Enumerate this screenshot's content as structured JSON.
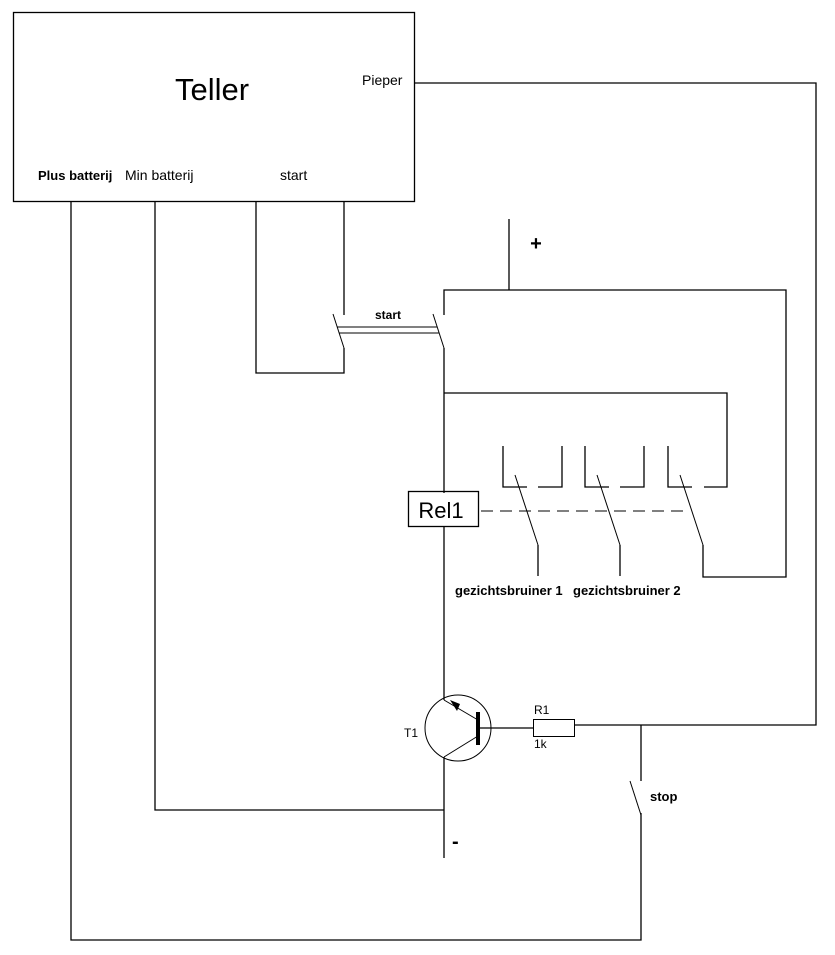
{
  "diagram": {
    "type": "circuit-schematic",
    "counter": {
      "title": "Teller",
      "pins": {
        "beeper": "Pieper",
        "plus_battery": "Plus batterij",
        "minus_battery": "Min batterij",
        "start": "start"
      }
    },
    "supply": {
      "plus": "+",
      "minus": "-"
    },
    "start_switch": {
      "label": "start"
    },
    "relay": {
      "label": "Rel1",
      "contacts": [
        "gezichtsbruiner 1",
        "gezichtsbruiner 2"
      ]
    },
    "transistor": {
      "label": "T1"
    },
    "resistor": {
      "label": "R1",
      "value": "1k"
    },
    "stop_switch": {
      "label": "stop"
    }
  }
}
